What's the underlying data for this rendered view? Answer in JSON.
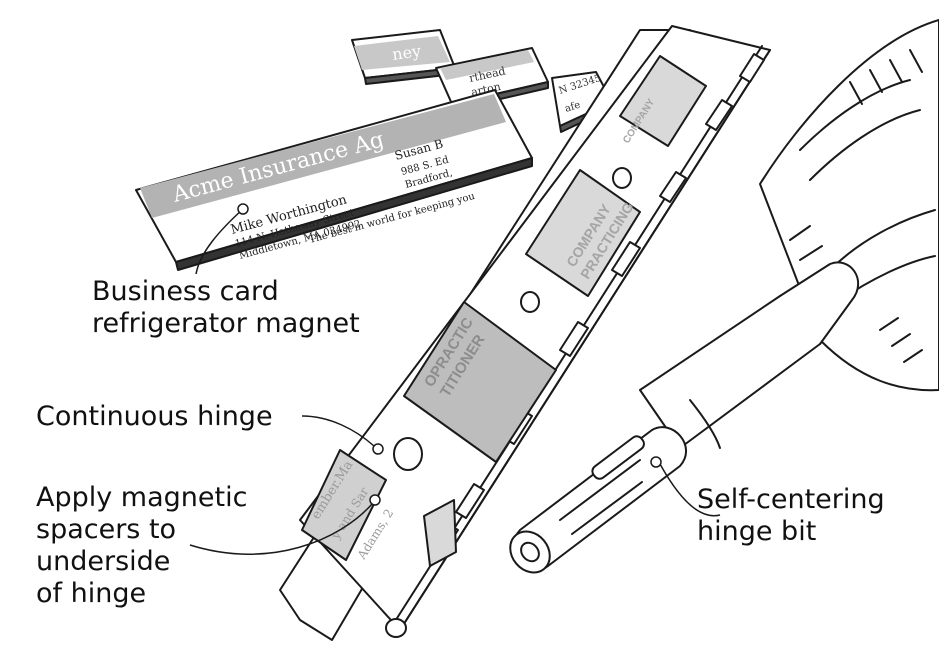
{
  "labels": {
    "magnet": [
      "Business card",
      "refrigerator magnet"
    ],
    "hinge": "Continuous hinge",
    "spacers": [
      "Apply magnetic",
      "spacers to",
      "underside",
      "of hinge"
    ],
    "bit": [
      "Self-centering",
      "hinge bit"
    ]
  },
  "card": {
    "title": "Acme Insurance Ag",
    "address1": "114 N. Hathaway Street",
    "address2": "Middletown, MA 034992",
    "name": "Mike Worthington",
    "name_addr1": "114 N. Hathaway Street",
    "name_addr2": "Middletown, MA 034992",
    "name2": "Susan B",
    "name2_addr1": "988 S. Ed",
    "name2_addr2": "Bradford,",
    "tagline": "The best in  world for keeping you"
  },
  "small_cards": {
    "card1": "ney",
    "card2": [
      "rthead",
      "arton"
    ],
    "card3": [
      "N 32345",
      "afe"
    ]
  },
  "hinge_labels": {
    "label1": "COMPANY",
    "label2": [
      "COMPANY",
      "PRACTICING"
    ],
    "label3": [
      "OPRACTIC",
      "TITIONER"
    ],
    "label4": [
      "ember.Ma",
      "y and Sar",
      "Adams, 2"
    ]
  },
  "colors": {
    "line": "#1a1a1a",
    "label_gray": "#bfbfbf",
    "dark_label": "#9e9e9e",
    "card_band": "#b3b3b3"
  }
}
